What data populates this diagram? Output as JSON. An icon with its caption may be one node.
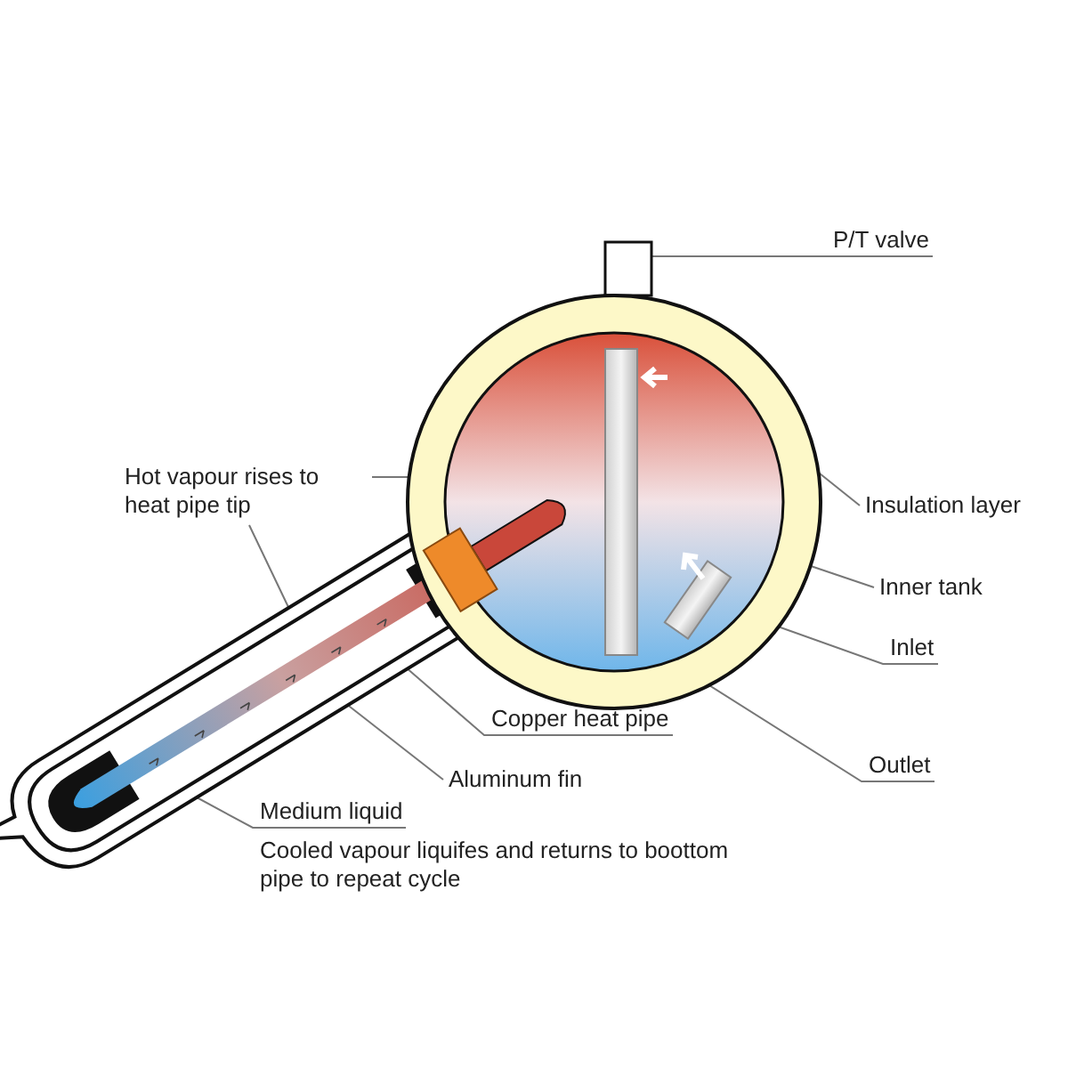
{
  "diagram": {
    "nodes": [
      {
        "text": [
          "P/T valve"
        ]
      },
      {
        "text": [
          "Hot vapour rises to heat pipe tip"
        ]
      },
      {
        "text": [
          "Insulation layer"
        ]
      },
      {
        "text": [
          "Inner tank"
        ]
      },
      {
        "text": [
          "Inlet"
        ]
      },
      {
        "text": [
          "Copper heat pipe"
        ]
      },
      {
        "text": [
          "Outlet"
        ]
      },
      {
        "text": [
          "Aluminum fin"
        ]
      },
      {
        "text": [
          "Medium liquid"
        ]
      }
    ],
    "edges": [
      {
        "from": 0,
        "to": null,
        "arrow": "none"
      },
      {
        "from": 1,
        "to": null,
        "arrow": "none"
      },
      {
        "from": 1,
        "to": null,
        "arrow": "none"
      },
      {
        "from": 2,
        "to": null,
        "arrow": "none"
      },
      {
        "from": 3,
        "to": null,
        "arrow": "none"
      },
      {
        "from": 4,
        "to": null,
        "arrow": "none"
      },
      {
        "from": 5,
        "to": null,
        "arrow": "none"
      },
      {
        "from": 6,
        "to": null,
        "arrow": "none"
      },
      {
        "from": 7,
        "to": null,
        "arrow": "none"
      },
      {
        "from": 8,
        "to": null,
        "arrow": "none"
      }
    ],
    "labels": [
      "Cooled vapour liquifes and returns to boottom pipe to repeat cycle"
    ]
  }
}
